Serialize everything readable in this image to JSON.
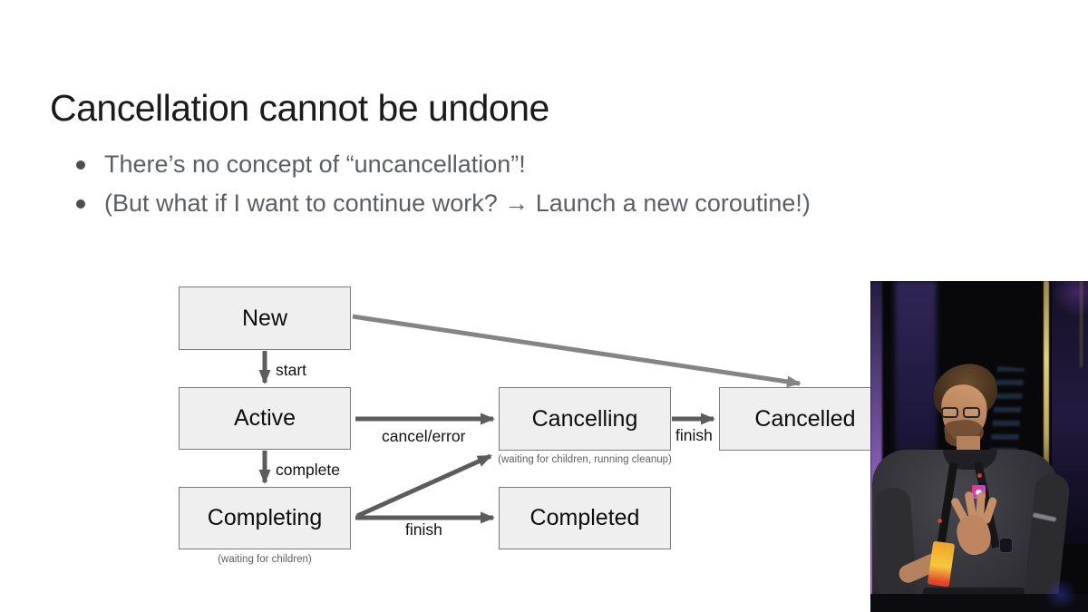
{
  "slide": {
    "title": "Cancellation cannot be undone",
    "bullets": [
      "There’s no concept of “uncancellation”!",
      "(But what if I want to continue work? → Launch a new coroutine!)"
    ]
  },
  "diagram": {
    "states": {
      "new": {
        "label": "New"
      },
      "active": {
        "label": "Active"
      },
      "completing": {
        "label": "Completing",
        "caption": "(waiting for children)"
      },
      "cancelling": {
        "label": "Cancelling",
        "caption": "(waiting for children, running cleanup)"
      },
      "completed": {
        "label": "Completed"
      },
      "cancelled": {
        "label": "Cancelled"
      }
    },
    "transitions": {
      "start": "start",
      "complete": "complete",
      "cancel_error": "cancel/error",
      "finish_to_completed": "finish",
      "finish_to_cancelled": "finish"
    },
    "colors": {
      "box_fill": "#efeff0",
      "box_border": "#7a7a7a",
      "arrow": "#5c5c5c",
      "arrow_light": "#848484",
      "label_text": "#101010",
      "caption_text": "#5f5f5f",
      "bullet_text": "#5c5f63",
      "title_text": "#1a1b1d"
    }
  }
}
